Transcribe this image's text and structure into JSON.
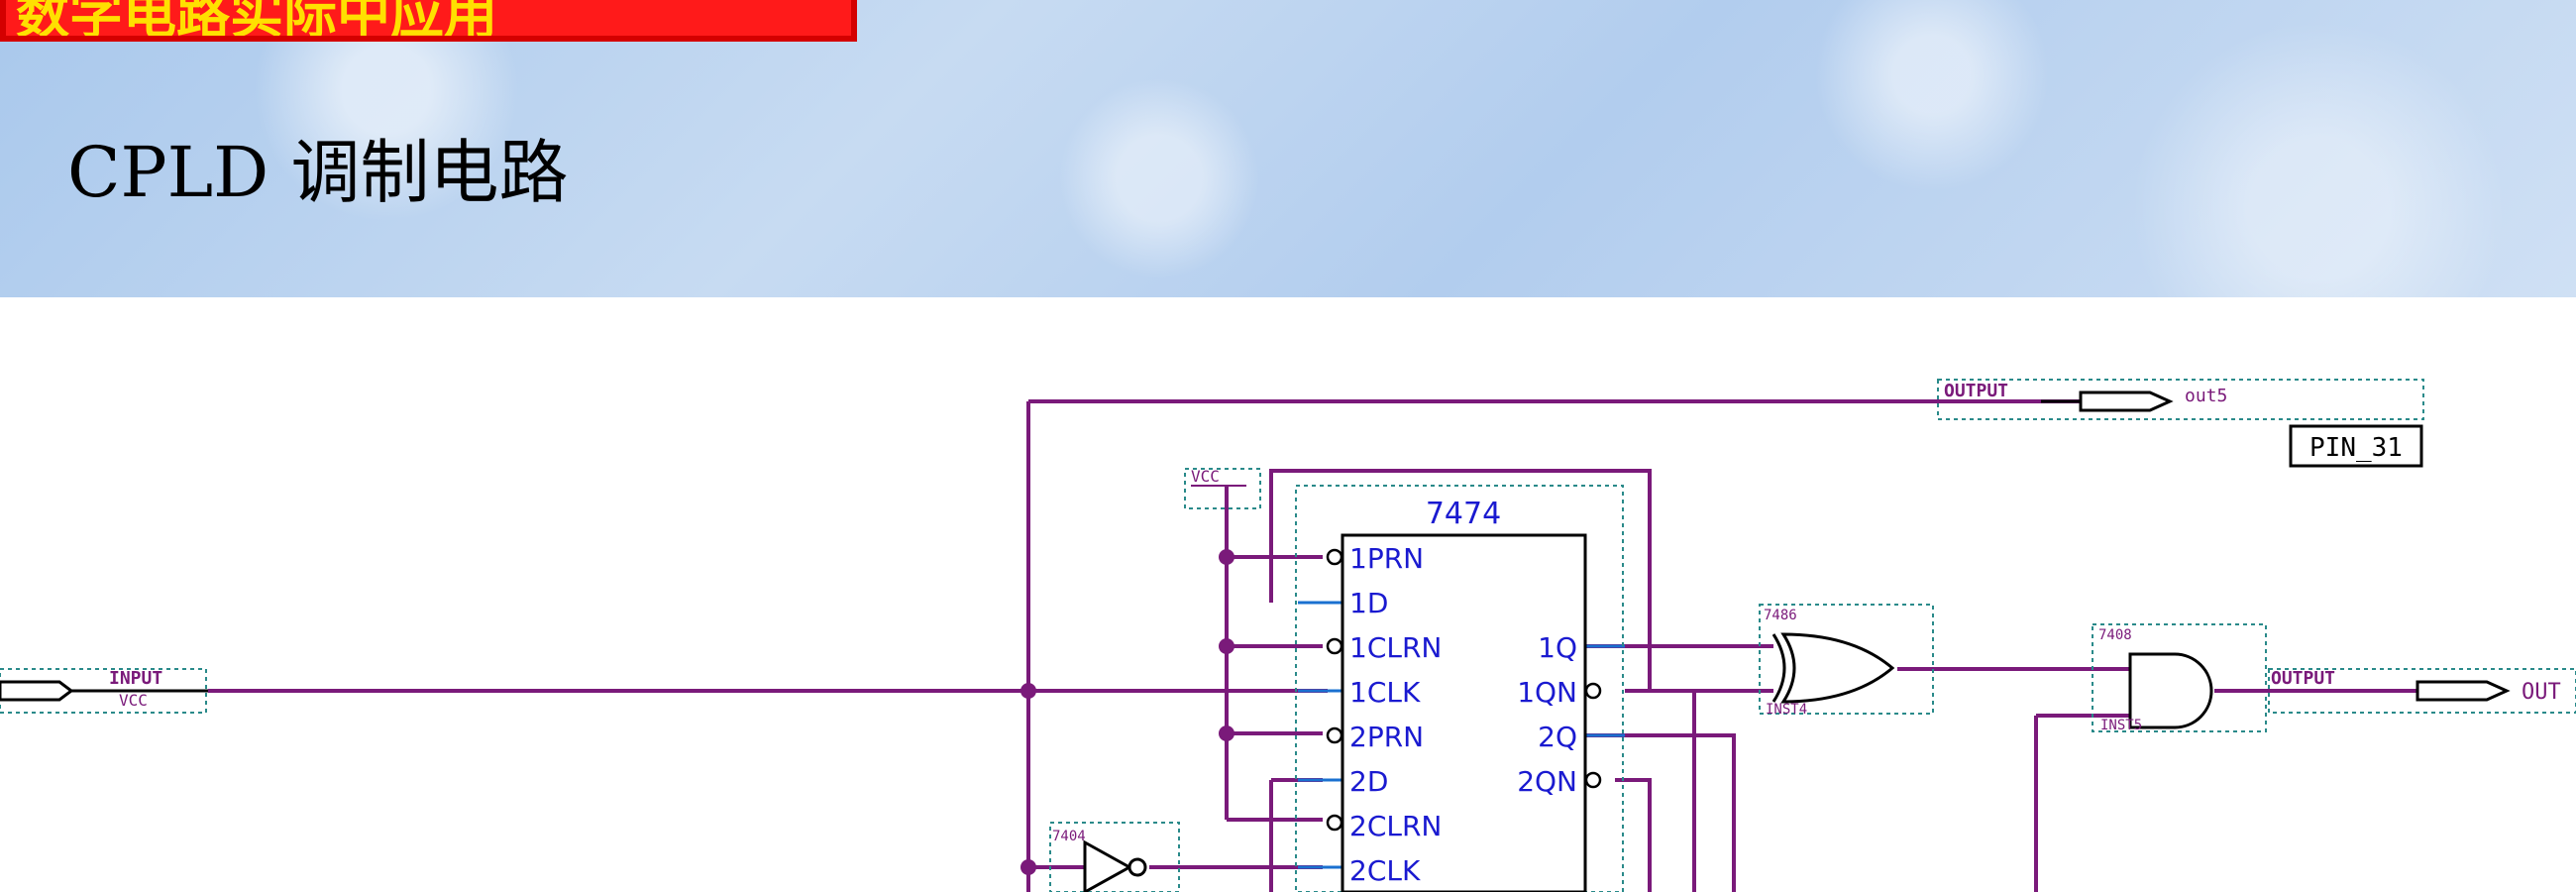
{
  "header": {
    "title": "数字电路实际中应用",
    "subtitle": "CPLD 调制电路"
  },
  "schematic": {
    "chip_name": "7474",
    "pins_left": [
      "1PRN",
      "1D",
      "1CLRN",
      "1CLK",
      "2PRN",
      "2D",
      "2CLRN",
      "2CLK"
    ],
    "pins_right": [
      "1Q",
      "1QN",
      "2Q",
      "2QN"
    ],
    "vcc_label": "VCC",
    "input_label": "INPUT",
    "input_sub": "VCC",
    "output_label_top": "OUTPUT",
    "output_top_name": "out5",
    "pin_label": "PIN_31",
    "output_label_right": "OUTPUT",
    "output_right_name": "OUT",
    "xor_label": "7486",
    "xor_inst": "INST4",
    "and_label": "7408",
    "and_inst": "INST5",
    "inverter_label": "7404",
    "wire_color": "#7a1a7a",
    "pin_color": "#1a1ad0"
  }
}
